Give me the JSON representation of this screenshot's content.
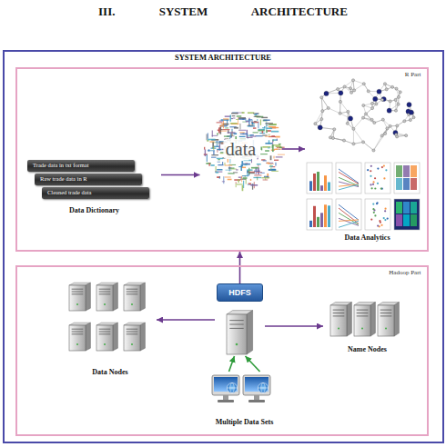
{
  "diagram": {
    "title": "III. SYSTEM ARCHITECTURE",
    "nodes": [
      {
        "text": [
          "SYSTEM ARCHITECTURE"
        ]
      },
      {
        "text": [
          "R Part"
        ],
        "in": 0
      },
      {
        "text": [
          "Data Dictionary"
        ],
        "in": 1
      },
      {
        "text": [
          "Trade data in txt format"
        ],
        "in": 2
      },
      {
        "text": [
          "Raw trade data in R"
        ],
        "in": 2
      },
      {
        "text": [
          "Cleaned trade data"
        ],
        "in": 2
      },
      {
        "text": [
          "data"
        ],
        "in": 1
      },
      {
        "text": [
          "Data Analytics"
        ],
        "in": 1
      },
      {
        "text": [
          "Hadoop Part"
        ],
        "in": 0
      },
      {
        "text": [
          "HDFS"
        ],
        "in": 8
      },
      {
        "text": [
          "Data Nodes"
        ],
        "in": 8
      },
      {
        "text": [
          "Name Nodes"
        ],
        "in": 8
      },
      {
        "text": [
          "Multiple Data Sets"
        ],
        "in": 8
      }
    ],
    "edges": [
      {
        "from": 2,
        "to": 6,
        "arrow": "to"
      },
      {
        "from": 6,
        "to": 7,
        "arrow": "to"
      },
      {
        "from": 9,
        "to": 1,
        "arrow": "to"
      },
      {
        "from": 9,
        "to": 10,
        "arrow": "to"
      },
      {
        "from": 9,
        "to": 11,
        "arrow": "to"
      },
      {
        "from": 12,
        "to": 9,
        "arrow": "to"
      },
      {
        "from": 12,
        "to": 9,
        "arrow": "to"
      }
    ]
  }
}
